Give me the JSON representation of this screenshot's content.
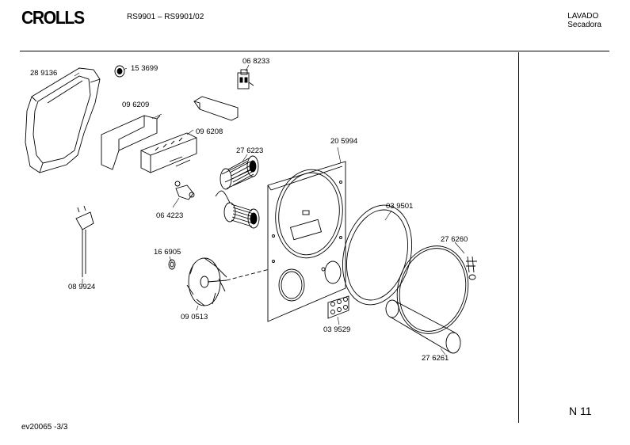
{
  "header": {
    "brand": "CROLLS",
    "model": "RS9901 – RS9901/02",
    "category_line1": "LAVADO",
    "category_line2": "Secadora"
  },
  "page_code": "N 11",
  "footer": "ev20065  -3/3",
  "parts": [
    {
      "id": "part-289136",
      "label": "28 9136"
    },
    {
      "id": "part-153699",
      "label": "15 3699"
    },
    {
      "id": "part-068233",
      "label": "06 8233"
    },
    {
      "id": "part-096209",
      "label": "09 6209"
    },
    {
      "id": "part-096208",
      "label": "09 6208"
    },
    {
      "id": "part-276223",
      "label": "27 6223"
    },
    {
      "id": "part-205994",
      "label": "20 5994"
    },
    {
      "id": "part-064223",
      "label": "06 4223"
    },
    {
      "id": "part-039501",
      "label": "03 9501"
    },
    {
      "id": "part-276260",
      "label": "27 6260"
    },
    {
      "id": "part-166905",
      "label": "16 6905"
    },
    {
      "id": "part-089924",
      "label": "08 9924"
    },
    {
      "id": "part-090513",
      "label": "09 0513"
    },
    {
      "id": "part-039529",
      "label": "03 9529"
    },
    {
      "id": "part-276261",
      "label": "27 6261"
    }
  ]
}
